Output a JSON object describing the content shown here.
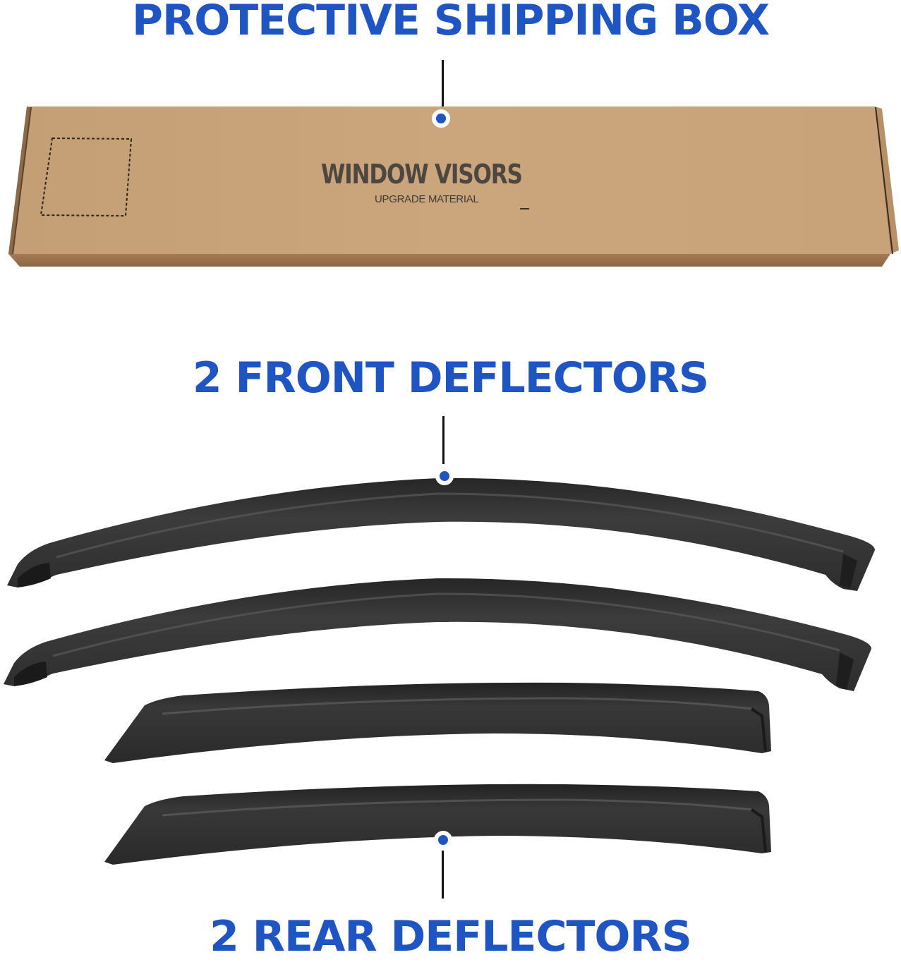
{
  "headings": {
    "shipping_box": "PROTECTIVE SHIPPING BOX",
    "front": "2 FRONT DEFLECTORS",
    "rear": "2 REAR DEFLECTORS"
  },
  "box": {
    "title": "WINDOW VISORS",
    "subtitle": "UPGRADE MATERIAL"
  },
  "colors": {
    "accent_blue": "#1f55c3",
    "cardboard": "#c9a47a",
    "cardboard_edge": "#9b7550",
    "visor_dark": "#2a2a2a",
    "visor_mid": "#3d3d3d"
  },
  "items": [
    {
      "name": "front-deflector",
      "count": 2
    },
    {
      "name": "rear-deflector",
      "count": 2
    }
  ]
}
